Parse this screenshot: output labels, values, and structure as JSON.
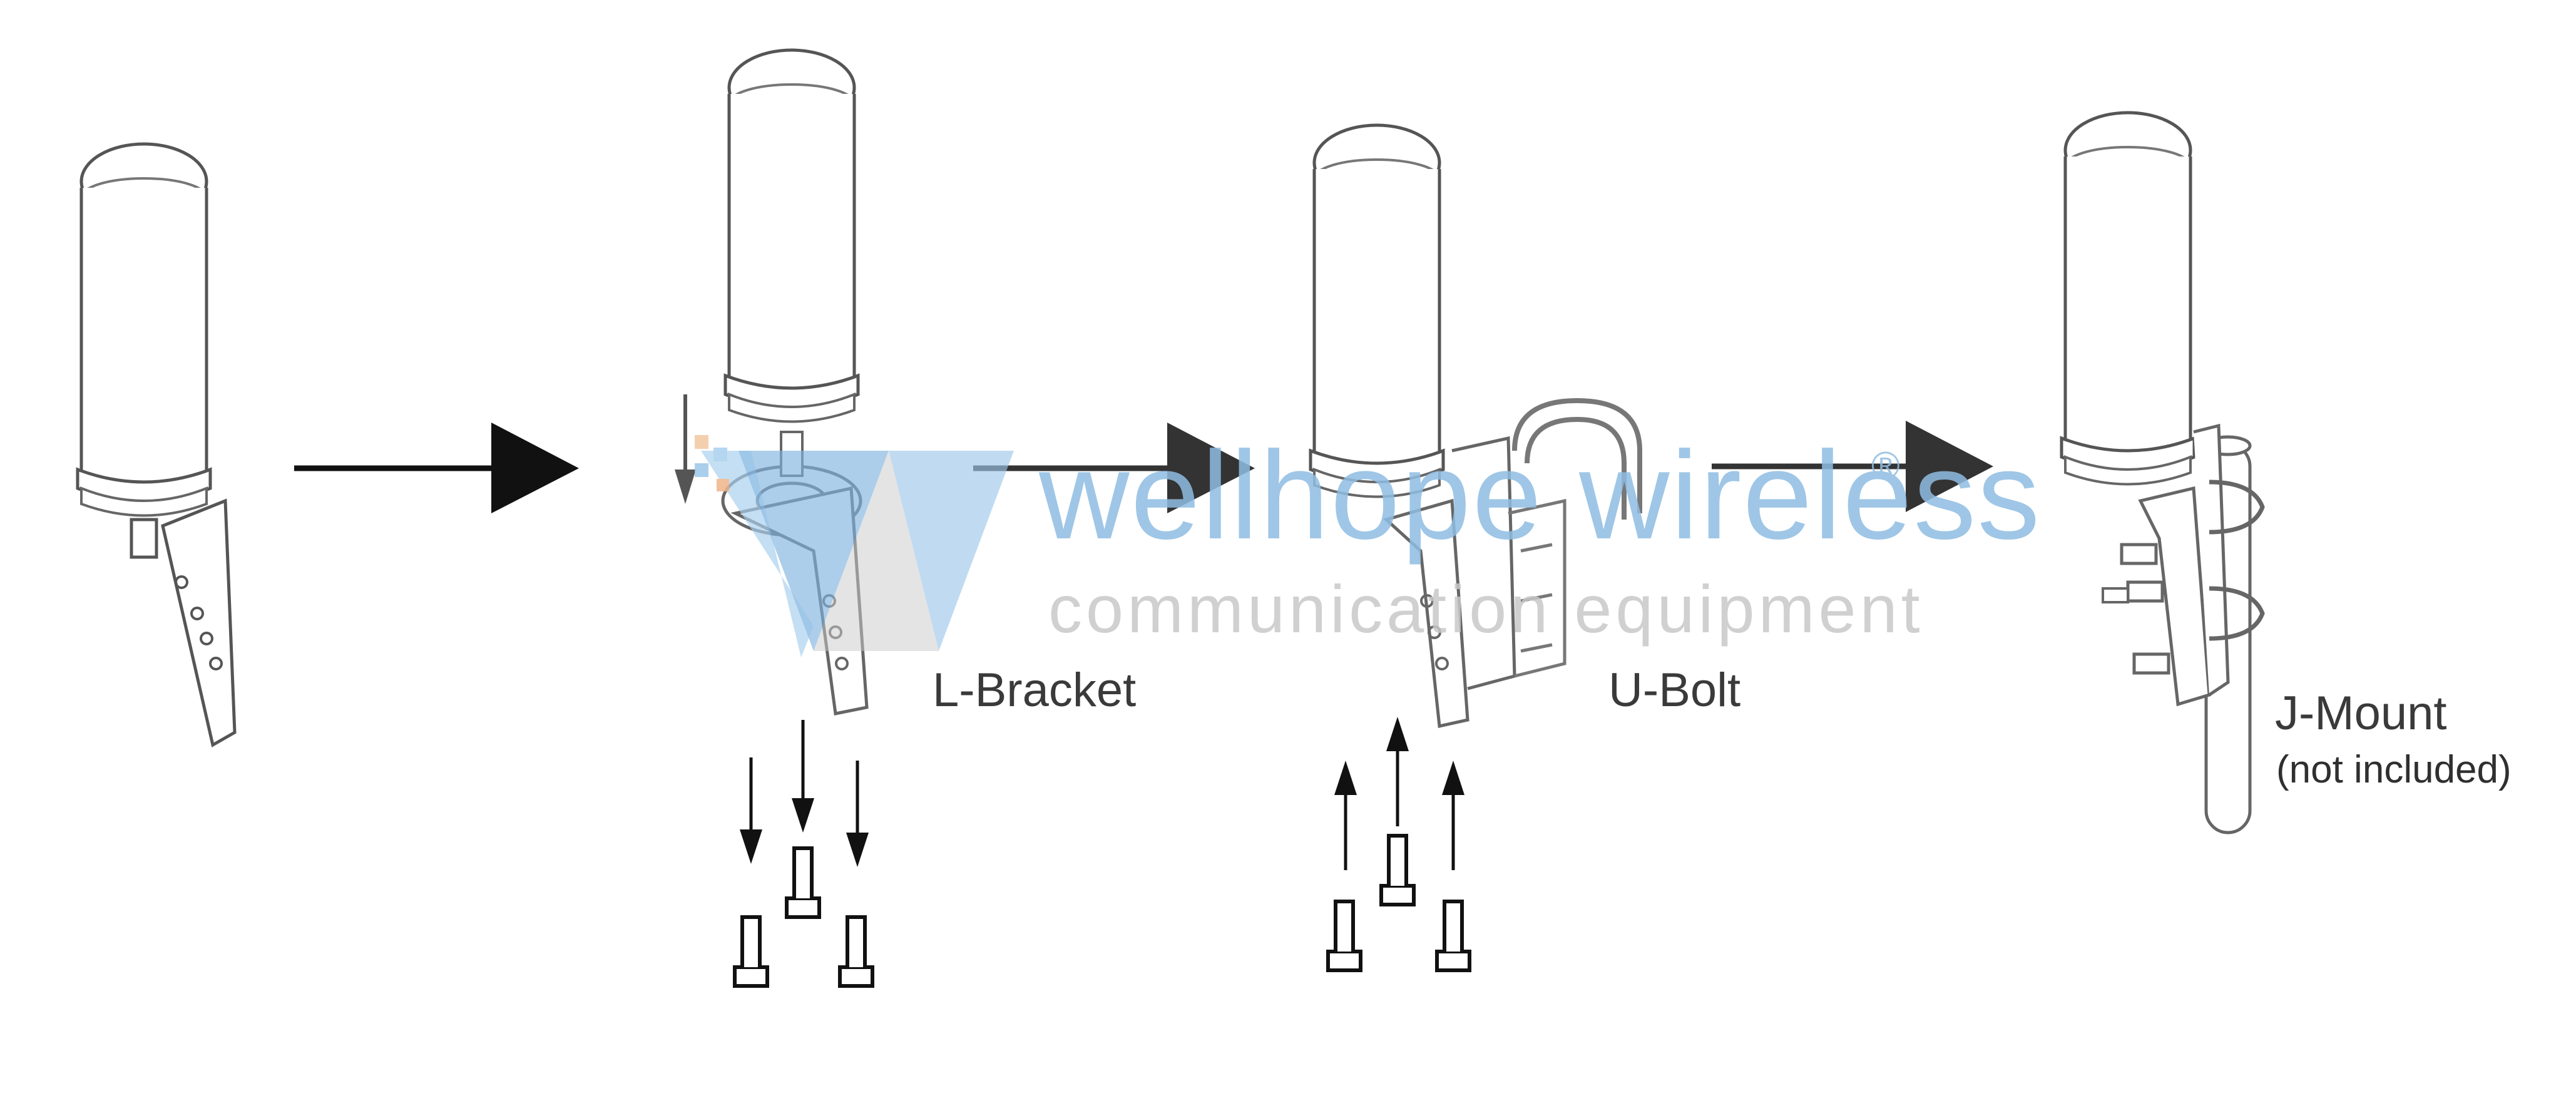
{
  "labels": {
    "l_bracket": "L-Bracket",
    "u_bolt": "U-Bolt",
    "j_mount": "J-Mount",
    "j_mount_note": "(not included)"
  },
  "watermark": {
    "brand": "wellhope wireless",
    "registered": "®",
    "tagline": "communication equipment"
  },
  "colors": {
    "line": "#444444",
    "arrow": "#111111",
    "watermark_blue": "#8fbde2",
    "watermark_gray": "#c8c8c8"
  }
}
